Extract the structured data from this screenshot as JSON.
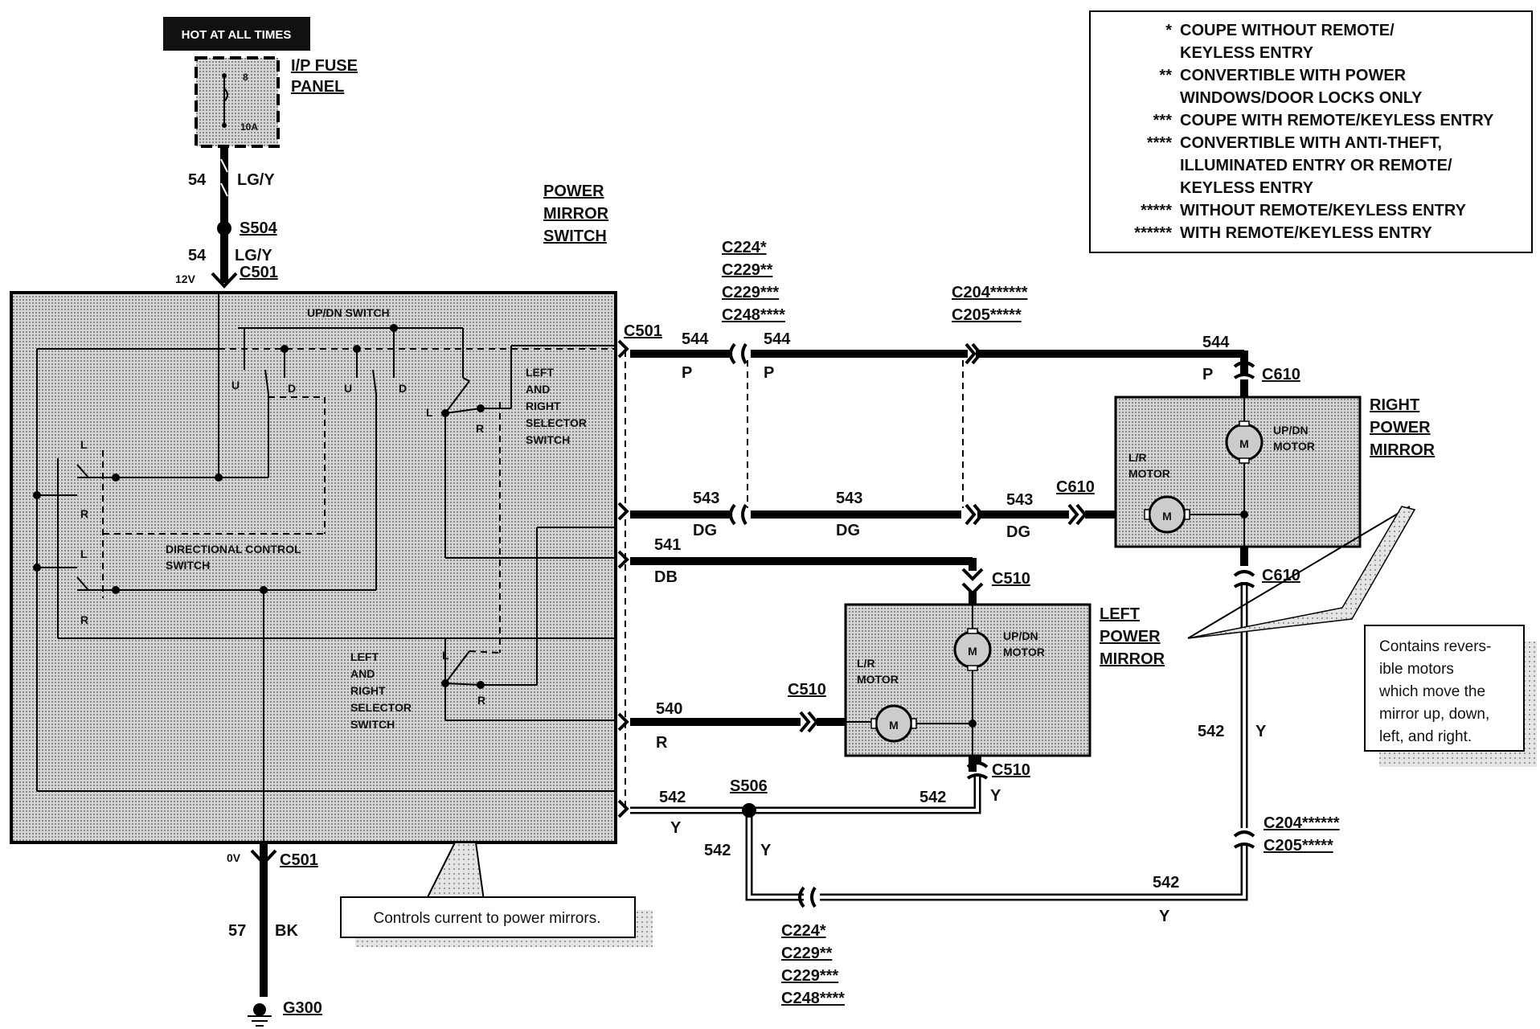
{
  "fuse": {
    "hot_label": "HOT AT ALL TIMES",
    "panel_line1": "I/P FUSE",
    "panel_line2": "PANEL",
    "fuse_num": "8",
    "fuse_rating": "10A"
  },
  "feed": {
    "circuit": "54",
    "color": "LG/Y",
    "splice": "S504",
    "circuit2": "54",
    "color2": "LG/Y",
    "voltage_top": "12V",
    "connector_top": "C501",
    "voltage_bottom": "0V",
    "connector_bottom": "C501",
    "ground_circuit": "57",
    "ground_color": "BK",
    "ground": "G300"
  },
  "switch": {
    "title1": "POWER",
    "title2": "MIRROR",
    "title3": "SWITCH",
    "updn": "UP/DN SWITCH",
    "dir1": "DIRECTIONAL CONTROL",
    "dir2": "SWITCH",
    "sel_top": [
      "LEFT",
      "AND",
      "RIGHT",
      "SELECTOR",
      "SWITCH"
    ],
    "sel_bottom": [
      "LEFT",
      "AND",
      "RIGHT",
      "SELECTOR",
      "SWITCH"
    ],
    "u": "U",
    "d": "D",
    "l": "L",
    "r": "R",
    "connector": "C501",
    "note": "Controls current to power mirrors."
  },
  "wires": {
    "w544": "544",
    "p": "P",
    "w543": "543",
    "dg": "DG",
    "w541": "541",
    "db": "DB",
    "w540": "540",
    "r": "R",
    "w542": "542",
    "y": "Y",
    "splice": "S506"
  },
  "connectors": {
    "mid_top": [
      "C224*",
      "C229**",
      "C229***",
      "C248****"
    ],
    "c204_top": [
      "C204******",
      "C205*****"
    ],
    "c610": "C610",
    "c510": "C510",
    "c204_bottom": [
      "C204******",
      "C205*****"
    ],
    "mid_bottom": [
      "C224*",
      "C229**",
      "C229***",
      "C248****"
    ]
  },
  "right_mirror": {
    "title": [
      "RIGHT",
      "POWER",
      "MIRROR"
    ],
    "lr_motor": [
      "L/R",
      "MOTOR"
    ],
    "updn_motor": [
      "UP/DN",
      "MOTOR"
    ],
    "m": "M"
  },
  "left_mirror": {
    "title": [
      "LEFT",
      "POWER",
      "MIRROR"
    ],
    "lr_motor": [
      "L/R",
      "MOTOR"
    ],
    "updn_motor": [
      "UP/DN",
      "MOTOR"
    ],
    "m": "M"
  },
  "callout_motors": [
    "Contains revers-",
    "ible motors",
    "which move the",
    "mirror up, down,",
    "left, and right."
  ],
  "legend": [
    {
      "mark": "*",
      "text": "COUPE WITHOUT REMOTE/"
    },
    {
      "mark": "",
      "text": "KEYLESS ENTRY"
    },
    {
      "mark": "**",
      "text": "CONVERTIBLE WITH POWER"
    },
    {
      "mark": "",
      "text": "WINDOWS/DOOR LOCKS ONLY"
    },
    {
      "mark": "***",
      "text": "COUPE WITH REMOTE/KEYLESS ENTRY"
    },
    {
      "mark": "****",
      "text": "CONVERTIBLE WITH ANTI-THEFT,"
    },
    {
      "mark": "",
      "text": "ILLUMINATED ENTRY OR REMOTE/"
    },
    {
      "mark": "",
      "text": "KEYLESS ENTRY"
    },
    {
      "mark": "*****",
      "text": "WITHOUT REMOTE/KEYLESS ENTRY"
    },
    {
      "mark": "******",
      "text": "WITH REMOTE/KEYLESS ENTRY"
    }
  ]
}
